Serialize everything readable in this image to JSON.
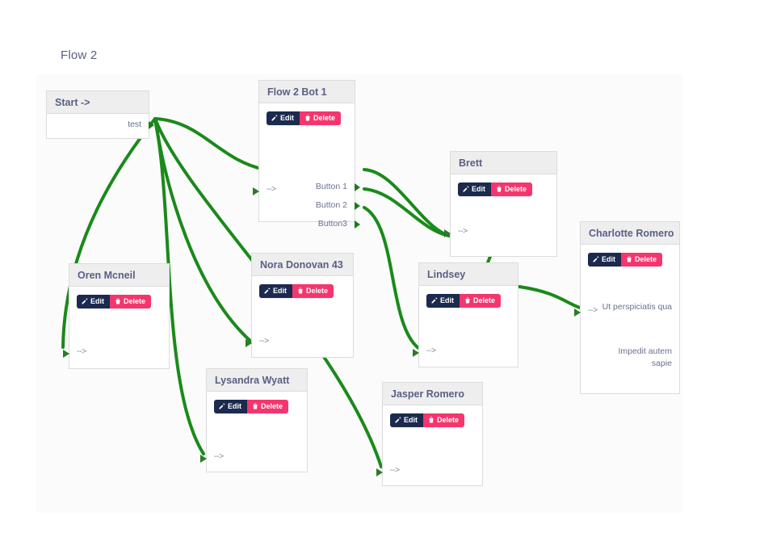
{
  "page": {
    "flow_title": "Flow 2",
    "canvas_background": "#fbfbfb",
    "edge_color": "#1a8a1a",
    "edit_color": "#1b2a4e",
    "delete_color": "#f5356e",
    "header_color": "#eeeeee"
  },
  "labels": {
    "edit": "Edit",
    "delete": "Delete",
    "input_arrow": "-->"
  },
  "nodes": [
    {
      "id": "start",
      "title": "Start ->",
      "has_actions": false,
      "ports_out": [
        "test"
      ]
    },
    {
      "id": "flow2bot1",
      "title": "Flow 2 Bot 1",
      "has_actions": true,
      "input": "-->",
      "ports_out": [
        "Button 1",
        "Button 2",
        "Button3"
      ]
    },
    {
      "id": "brett",
      "title": "Brett",
      "has_actions": true,
      "input": "-->",
      "ports_out": []
    },
    {
      "id": "charlotte",
      "title": "Charlotte Romero",
      "has_actions": true,
      "input": "-->",
      "ports_out": [
        "Ut perspiciatis qua",
        "Impedit autem sapie"
      ]
    },
    {
      "id": "oren",
      "title": "Oren Mcneil",
      "has_actions": true,
      "input": "-->",
      "ports_out": []
    },
    {
      "id": "nora",
      "title": "Nora Donovan 43",
      "has_actions": true,
      "input": "-->",
      "ports_out": []
    },
    {
      "id": "lindsey",
      "title": "Lindsey",
      "has_actions": true,
      "input": "-->",
      "ports_out": []
    },
    {
      "id": "lysandra",
      "title": "Lysandra Wyatt",
      "has_actions": true,
      "input": "-->",
      "ports_out": []
    },
    {
      "id": "jasper",
      "title": "Jasper Romero",
      "has_actions": true,
      "input": "-->",
      "ports_out": []
    }
  ]
}
